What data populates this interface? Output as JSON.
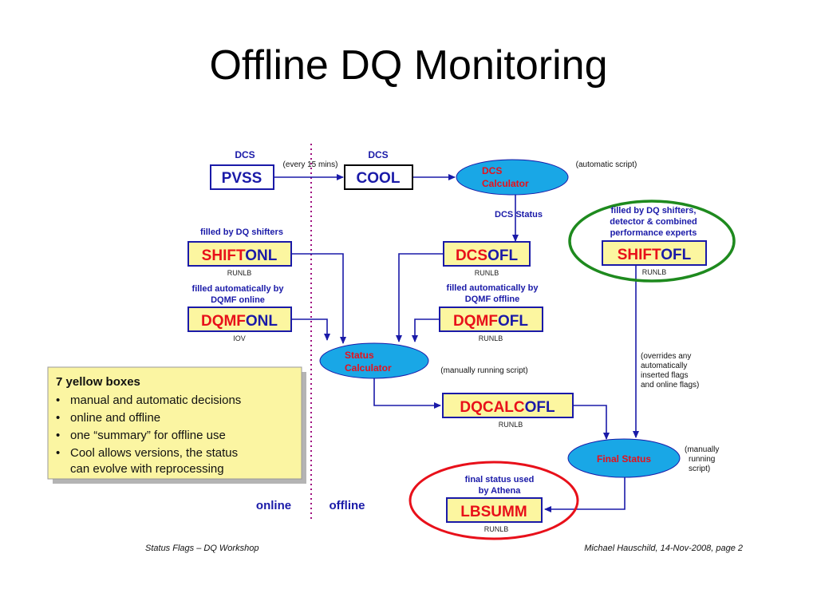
{
  "slide": {
    "title": "Offline DQ Monitoring"
  },
  "labels": {
    "dcs_left": "DCS",
    "every": "(every 15 mins)",
    "dcs_right": "DCS",
    "auto_script": "(automatic script)",
    "dcs_status": "DCS  Status",
    "filled_shifters": "filled by DQ shifters",
    "runlb1": "RUNLB",
    "filled_dqmf_online_1": "filled automatically by",
    "filled_dqmf_online_2": "DQMF online",
    "iov": "IOV",
    "filled_dqmf_offline_1": "filled automatically by",
    "filled_dqmf_offline_2": "DQMF offline",
    "runlb2": "RUNLB",
    "runlb3": "RUNLB",
    "experts_1": "filled by DQ shifters,",
    "experts_2": "detector & combined",
    "experts_3": "performance experts",
    "runlb4": "RUNLB",
    "manual_script": "(manually running script)",
    "runlb5": "RUNLB",
    "overrides_1": "(overrides any",
    "overrides_2": "automatically",
    "overrides_3": "inserted flags",
    "overrides_4": "and online flags)",
    "manually_1": "(manually",
    "manually_2": "running",
    "manually_3": "script)",
    "athena_1": "final status used",
    "athena_2": "by Athena",
    "runlb6": "RUNLB",
    "online": "online",
    "offline": "offline",
    "footer_left": "Status Flags – DQ Workshop",
    "footer_right": "Michael Hauschild,  14-Nov-2008,  page 2"
  },
  "boxes": {
    "pvss": "PVSS",
    "cool": "COOL",
    "shift_onl_a": "SHIFT",
    "shift_onl_b": "ONL",
    "dcs_ofl_a": "DCS",
    "dcs_ofl_b": "OFL",
    "shift_ofl_a": "SHIFT",
    "shift_ofl_b": "OFL",
    "dqmf_onl_a": "DQMF",
    "dqmf_onl_b": "ONL",
    "dqmf_ofl_a": "DQMF",
    "dqmf_ofl_b": "OFL",
    "dqcalc_a": "DQCALC",
    "dqcalc_b": "OFL",
    "lbsumm": "LBSUMM"
  },
  "ellipses": {
    "dcs_calc_1": "DCS",
    "dcs_calc_2": "Calculator",
    "status_calc_1": "Status",
    "status_calc_2": "Calculator",
    "final_status": "Final Status"
  },
  "note": {
    "title": "7 yellow boxes",
    "items": [
      "manual and automatic decisions",
      "online and offline",
      "one “summary” for offline use",
      "Cool allows versions, the status",
      "can evolve with reprocessing"
    ]
  },
  "colors": {
    "blue": "#1a1aa8",
    "red": "#e8101a",
    "yellow_box": "#fcf6a0",
    "ellipse": "#19a7e6",
    "note_bg": "#fbf5a2",
    "green_ring": "#1e8a1e",
    "red_ring": "#e8101a",
    "divider": "#a01080"
  }
}
